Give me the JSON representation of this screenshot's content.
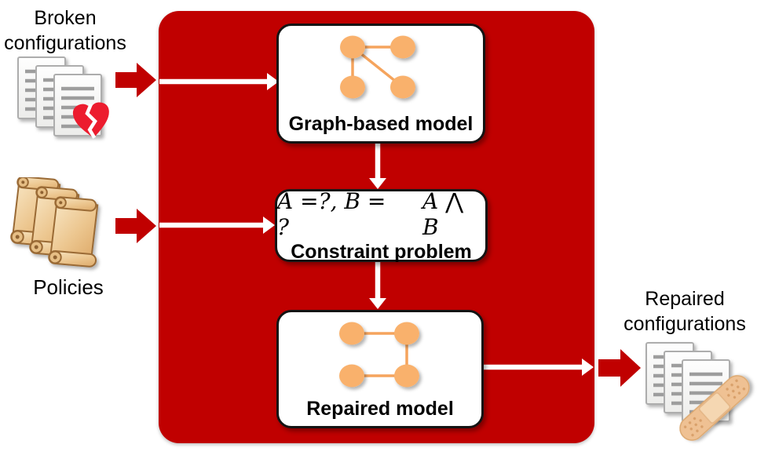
{
  "diagram": {
    "inputs": {
      "broken_configurations_label": "Broken configurations",
      "policies_label": "Policies"
    },
    "output": {
      "repaired_configurations_label": "Repaired configurations"
    },
    "pipeline": {
      "graph_model_label": "Graph-based model",
      "constraint_formula_left": "A =?, B = ?",
      "constraint_formula_right": "A ⋀ B",
      "constraint_label": "Constraint problem",
      "repaired_model_label": "Repaired model"
    },
    "icons": [
      "broken-documents-icon",
      "broken-heart-icon",
      "policy-scrolls-icon",
      "graph-nodes-icon",
      "repaired-graph-nodes-icon",
      "repaired-documents-icon",
      "bandage-icon",
      "red-block-arrow-icon",
      "white-flow-arrow-icon"
    ],
    "colors": {
      "container_red": "#C00000",
      "block_arrow_red": "#C00000",
      "node_orange": "#F9B16C",
      "node_edge_orange": "#F5A45D",
      "heart_red": "#EC1C2E",
      "scroll_tan": "#ECC68F",
      "bandage_tan": "#EFC193",
      "box_fill": "#FFFFFF",
      "box_border": "#141414",
      "text": "#000000",
      "background": "#FFFFFF"
    }
  }
}
